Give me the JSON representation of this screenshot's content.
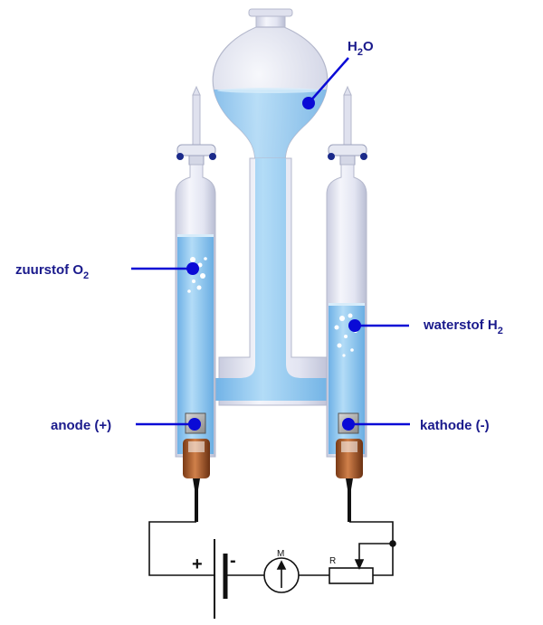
{
  "labels": {
    "water": {
      "main": "H",
      "sub": "2",
      "tail": "O"
    },
    "oxygen": {
      "main": "zuurstof O",
      "sub": "2"
    },
    "hydrogen": {
      "main": "waterstof H",
      "sub": "2"
    },
    "anode": "anode (+)",
    "cathode": "kathode (-)"
  },
  "circuit": {
    "plus": "+",
    "minus": "-",
    "meter": "M",
    "resistor": "R"
  },
  "colors": {
    "label_text": "#1a1a8c",
    "marker_dot": "#0a0ad6",
    "water": "#8ec6ef",
    "glass": "#e4e6f4"
  }
}
